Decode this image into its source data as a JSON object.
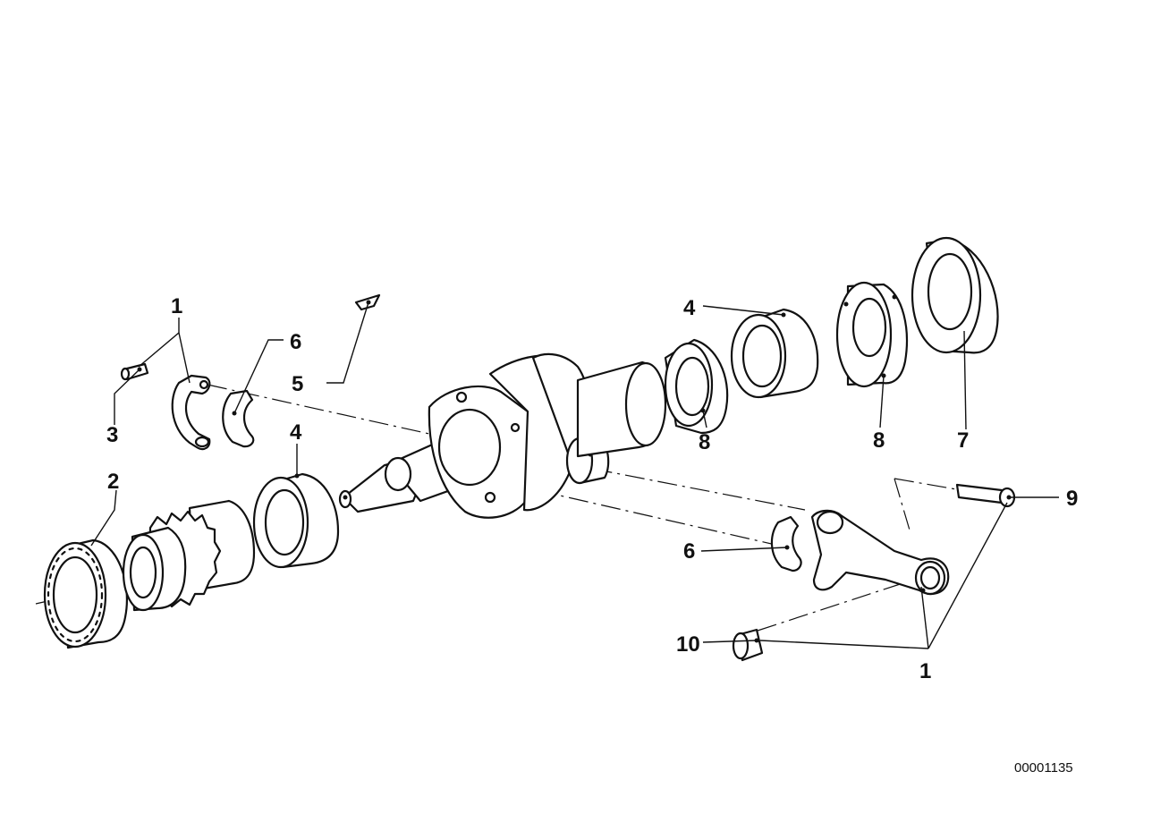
{
  "diagram": {
    "reference_number": "00001135",
    "callouts": [
      {
        "id": "c1a",
        "label": "1"
      },
      {
        "id": "c1b",
        "label": "1"
      },
      {
        "id": "c2",
        "label": "2"
      },
      {
        "id": "c3",
        "label": "3"
      },
      {
        "id": "c4a",
        "label": "4"
      },
      {
        "id": "c4b",
        "label": "4"
      },
      {
        "id": "c5",
        "label": "5"
      },
      {
        "id": "c6a",
        "label": "6"
      },
      {
        "id": "c6b",
        "label": "6"
      },
      {
        "id": "c7",
        "label": "7"
      },
      {
        "id": "c8a",
        "label": "8"
      },
      {
        "id": "c8b",
        "label": "8"
      },
      {
        "id": "c9",
        "label": "9"
      },
      {
        "id": "c10",
        "label": "10"
      }
    ]
  }
}
